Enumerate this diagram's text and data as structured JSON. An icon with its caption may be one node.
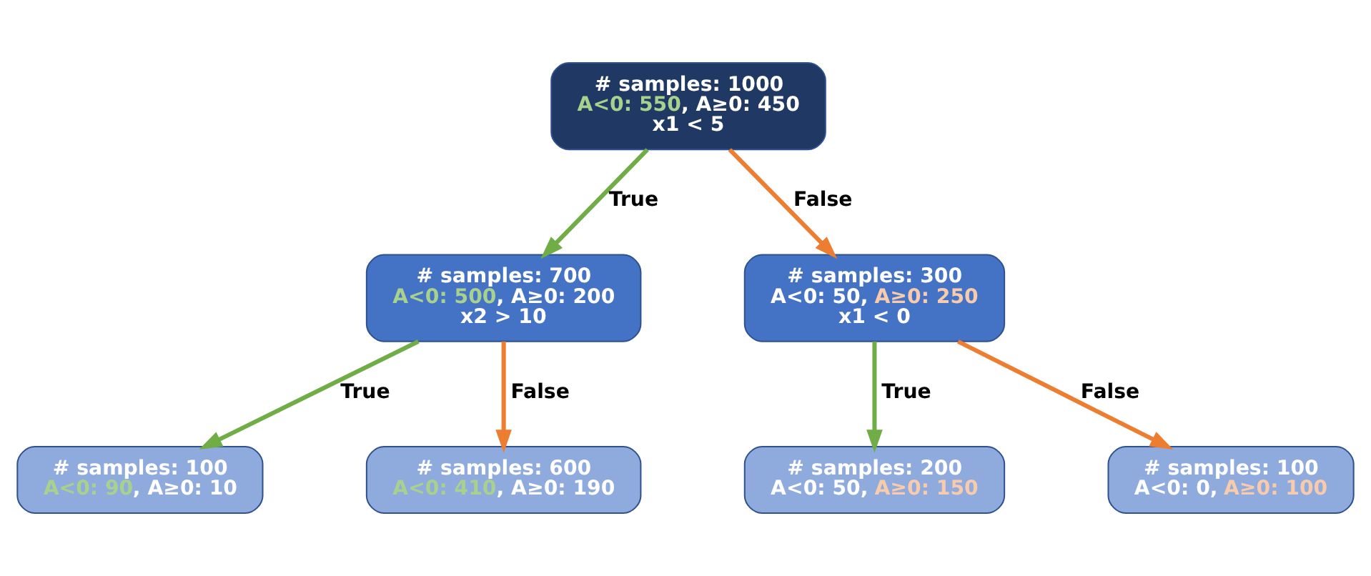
{
  "diagram": {
    "nodes": [
      {
        "text": [
          "# samples: 1000",
          "A<0: 550, A≥0: 450",
          "x1 < 5"
        ]
      },
      {
        "text": [
          "# samples: 700",
          "A<0: 500, A≥0: 200",
          "x2 > 10"
        ]
      },
      {
        "text": [
          "# samples: 300",
          "A<0: 50, A≥0: 250",
          "x1 < 0"
        ]
      },
      {
        "text": [
          "# samples: 100",
          "A<0: 90, A≥0: 10"
        ]
      },
      {
        "text": [
          "# samples: 600",
          "A<0: 410, A≥0: 190"
        ]
      },
      {
        "text": [
          "# samples: 200",
          "A<0: 50, A≥0: 150"
        ]
      },
      {
        "text": [
          "# samples: 100",
          "A<0: 0, A≥0: 100"
        ]
      }
    ],
    "edges": [
      {
        "from": 0,
        "to": 1,
        "arrow": "to",
        "label": "True",
        "color": "#70ad47"
      },
      {
        "from": 0,
        "to": 2,
        "arrow": "to",
        "label": "False",
        "color": "#ed7d31"
      },
      {
        "from": 1,
        "to": 3,
        "arrow": "to",
        "label": "True",
        "color": "#70ad47"
      },
      {
        "from": 1,
        "to": 4,
        "arrow": "to",
        "label": "False",
        "color": "#ed7d31"
      },
      {
        "from": 2,
        "to": 5,
        "arrow": "to",
        "label": "True",
        "color": "#70ad47"
      },
      {
        "from": 2,
        "to": 6,
        "arrow": "to",
        "label": "False",
        "color": "#ed7d31"
      }
    ]
  }
}
